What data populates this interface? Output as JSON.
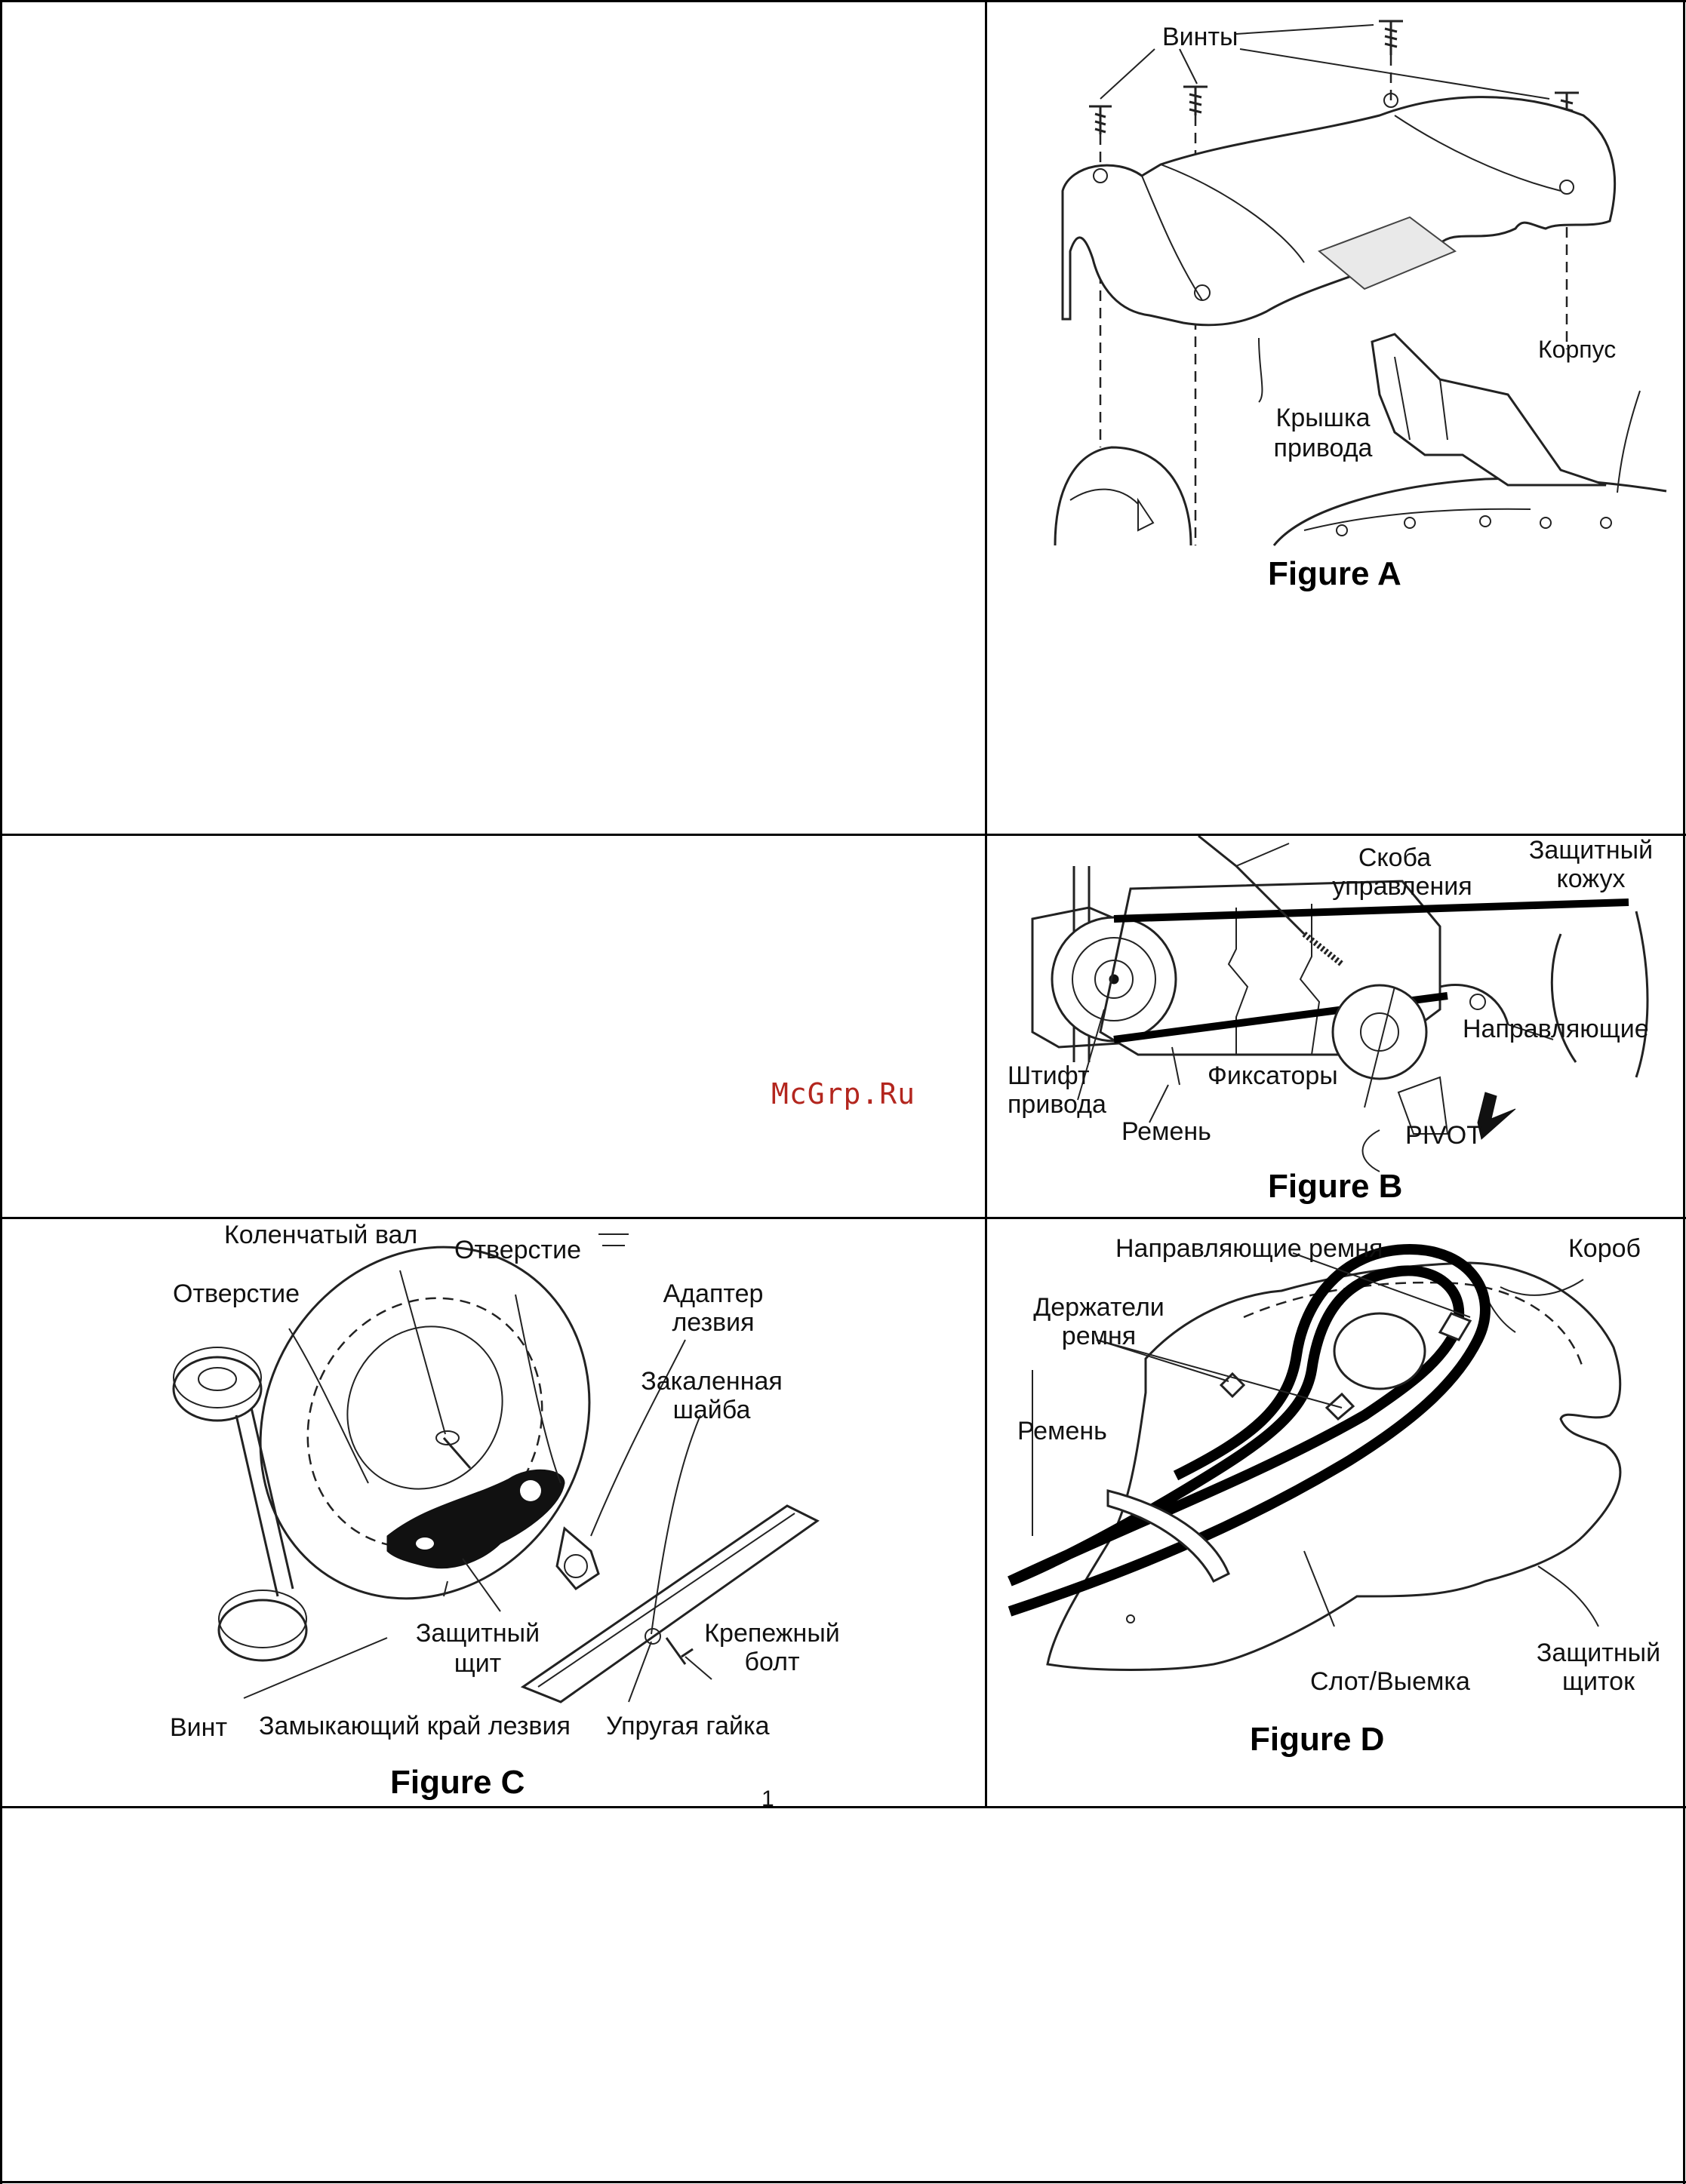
{
  "watermark": "McGrp.Ru",
  "figure_a": {
    "caption": "Figure A",
    "labels": {
      "screws": "Винты",
      "housing": "Корпус",
      "drive_cover_1": "Крышка",
      "drive_cover_2": "привода"
    }
  },
  "figure_b": {
    "caption": "Figure B",
    "labels": {
      "control_bracket_1": "Скоба",
      "control_bracket_2": "управления",
      "guard_1": "Защитный",
      "guard_2": "кожух",
      "guides": "Направляющие",
      "drive_pin_1": "Штифт",
      "drive_pin_2": "привода",
      "latches": "Фиксаторы",
      "belt": "Ремень",
      "pivot": "PIVOT"
    }
  },
  "figure_c": {
    "caption": "Figure C",
    "page_number": "1",
    "labels": {
      "crankshaft": "Коленчатый вал",
      "hole_top": "Отверстие",
      "hole_left": "Отверстие",
      "blade_adapter_1": "Адаптер",
      "blade_adapter_2": "лезвия",
      "hardened_washer_1": "Закаленная",
      "hardened_washer_2": "шайба",
      "shield_1": "Защитный",
      "shield_2": "щит",
      "mounting_bolt_1": "Крепежный",
      "mounting_bolt_2": "болт",
      "screw": "Винт",
      "blade_edge": "Замыкающий край лезвия",
      "spring_nut": "Упругая гайка"
    }
  },
  "figure_d": {
    "caption": "Figure D",
    "labels": {
      "belt_guides": "Направляющие ремня",
      "box": "Короб",
      "belt_holders_1": "Держатели",
      "belt_holders_2": "ремня",
      "belt": "Ремень",
      "slot": "Слот/Выемка",
      "shield_1": "Защитный",
      "shield_2": "щиток"
    }
  }
}
